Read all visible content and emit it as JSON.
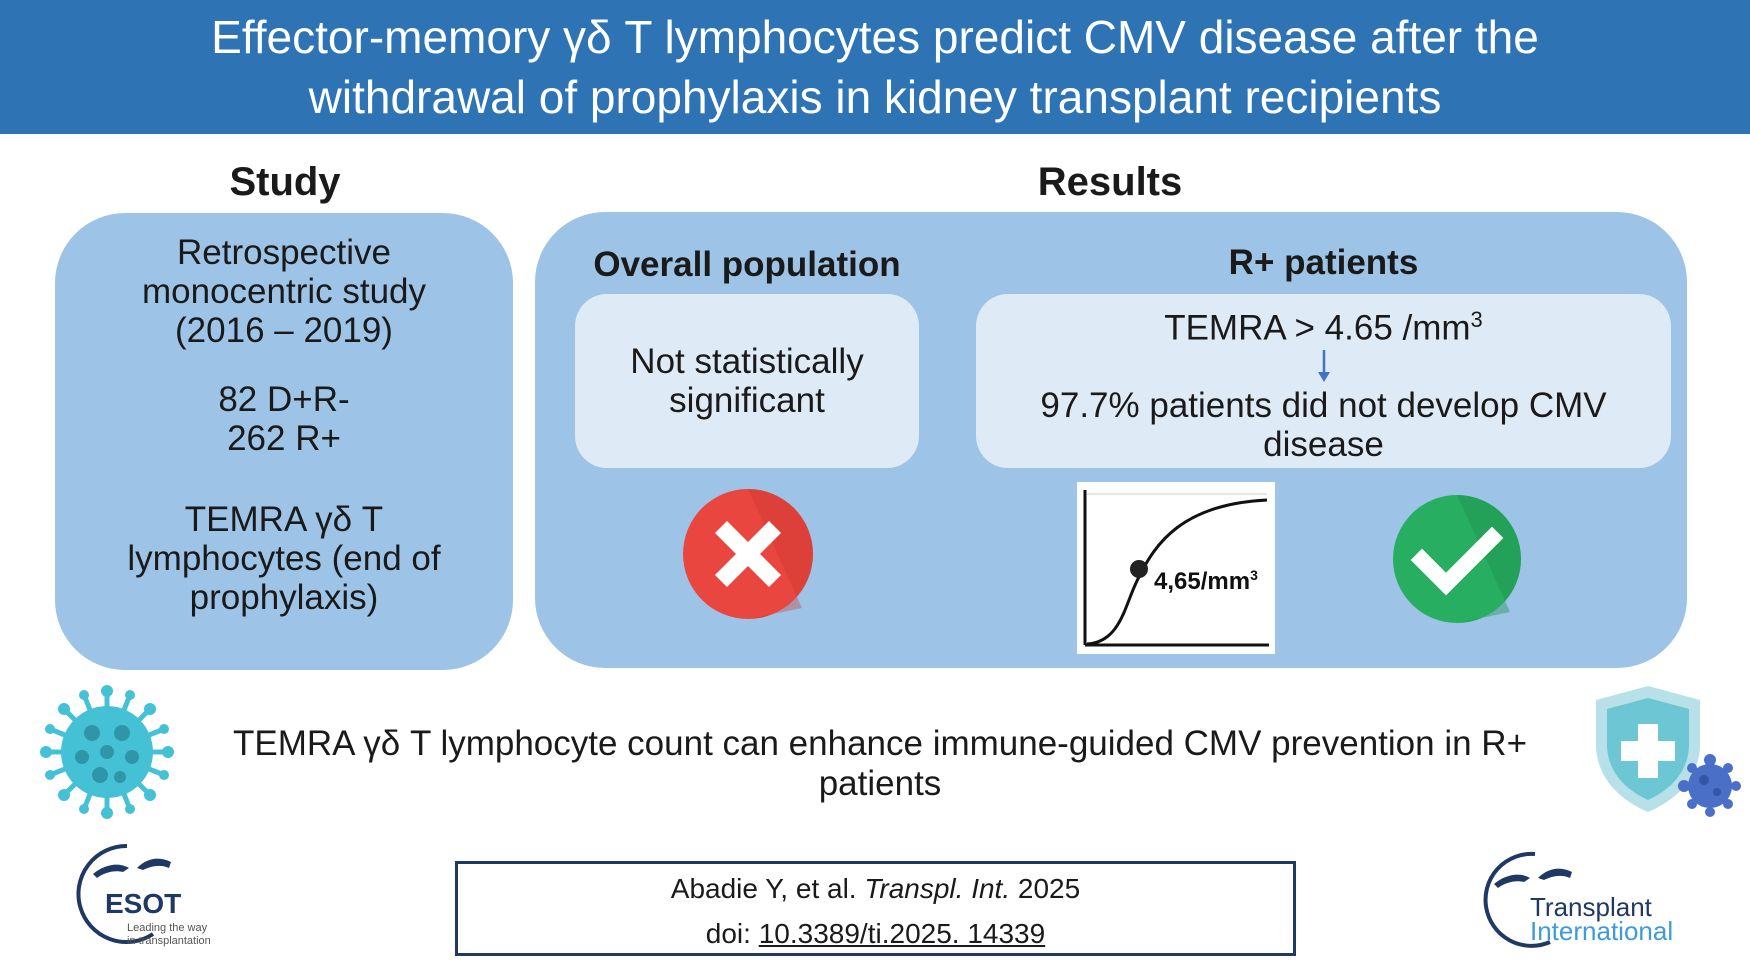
{
  "header": {
    "line1": "Effector-memory γδ T lymphocytes predict CMV disease after the",
    "line2": "withdrawal of prophylaxis in kidney transplant recipients"
  },
  "study": {
    "title": "Study",
    "design": [
      "Retrospective",
      "monocentric study",
      "(2016 – 2019)"
    ],
    "cohort": [
      "82 D+R-",
      "262 R+"
    ],
    "marker": [
      "TEMRA γδ T",
      "lymphocytes (end of",
      "prophylaxis)"
    ]
  },
  "results": {
    "title": "Results",
    "overall": {
      "label": "Overall population",
      "finding": [
        "Not statistically",
        "significant"
      ]
    },
    "rplus": {
      "label": "R+ patients",
      "threshold_prefix": "TEMRA > 4.65 /mm",
      "threshold_sup": "3",
      "outcome": [
        "97.7% patients did not develop CMV",
        "disease"
      ],
      "curve_label": "4,65/mm",
      "curve_label_sup": "3"
    }
  },
  "conclusion": [
    "TEMRA γδ T lymphocyte count can enhance immune-guided CMV prevention in R+",
    "patients"
  ],
  "citation": {
    "authors": "Abadie Y, et al.",
    "journal": "Transpl. Int.",
    "year": "2025",
    "doi_label": "doi:",
    "doi": "10.3389/ti.2025. 14339"
  },
  "logos": {
    "esot_name": "ESOT",
    "esot_tagline1": "Leading the way",
    "esot_tagline2": "in transplantation",
    "ti_line1": "Transplant",
    "ti_line2": "International"
  },
  "icons": {
    "virus": "virus-icon",
    "cross": "cross-icon",
    "check": "checkmark-icon",
    "shield": "shield-medical-icon"
  },
  "colors": {
    "header": "#2e74b5",
    "panel": "#9dc3e6",
    "inner_box": "#deebf7",
    "cross": "#e8463f",
    "check": "#27ae60",
    "virus": "#45c1d6",
    "logo": "#1f3864"
  }
}
